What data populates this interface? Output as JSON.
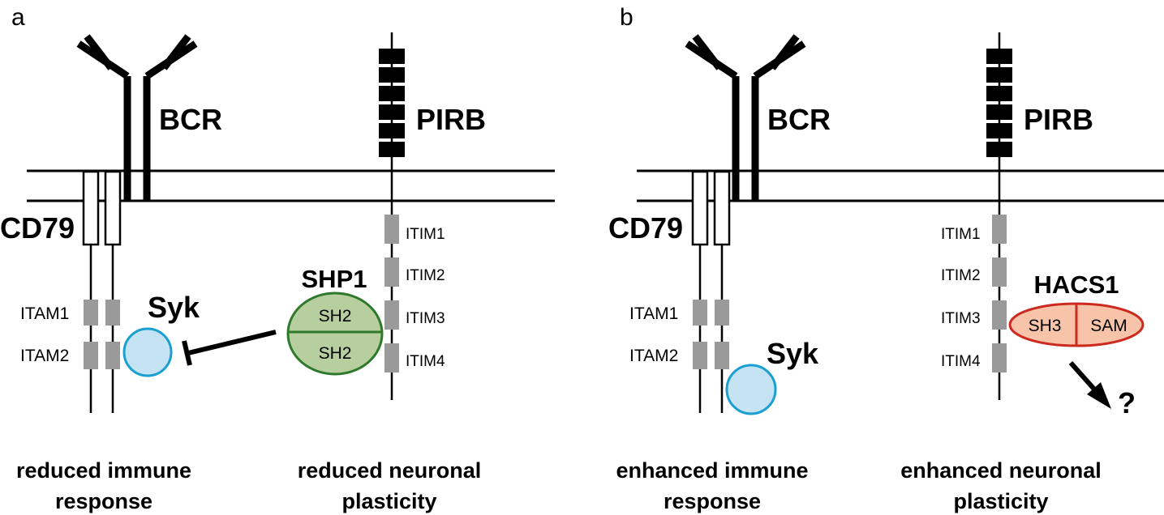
{
  "panels": {
    "a": {
      "letter": "a",
      "bcr_label": "BCR",
      "pirb_label": "PIRB",
      "cd79_label": "CD79",
      "itam": [
        "ITAM1",
        "ITAM2"
      ],
      "itim": [
        "ITIM1",
        "ITIM2",
        "ITIM3",
        "ITIM4"
      ],
      "syk_label": "Syk",
      "shp1_label": "SHP1",
      "shp1_domains": [
        "SH2",
        "SH2"
      ],
      "outcome_left": [
        "reduced immune",
        "response"
      ],
      "outcome_right": [
        "reduced neuronal",
        "plasticity"
      ]
    },
    "b": {
      "letter": "b",
      "bcr_label": "BCR",
      "pirb_label": "PIRB",
      "cd79_label": "CD79",
      "itam": [
        "ITAM1",
        "ITAM2"
      ],
      "itim": [
        "ITIM1",
        "ITIM2",
        "ITIM3",
        "ITIM4"
      ],
      "syk_label": "Syk",
      "hacs1_label": "HACS1",
      "hacs1_domains": [
        "SH3",
        "SAM"
      ],
      "question_mark": "?",
      "outcome_left": [
        "enhanced immune",
        "response"
      ],
      "outcome_right": [
        "enhanced neuronal",
        "plasticity"
      ]
    }
  },
  "colors": {
    "syk_fill": "#c5e3f3",
    "syk_stroke": "#1aa0d0",
    "shp1_fill": "#b7cf9f",
    "shp1_stroke": "#2e7a2a",
    "hacs1_fill": "#f7c3a9",
    "hacs1_stroke": "#cc2a1e",
    "motif_fill": "#9a9a9a"
  }
}
